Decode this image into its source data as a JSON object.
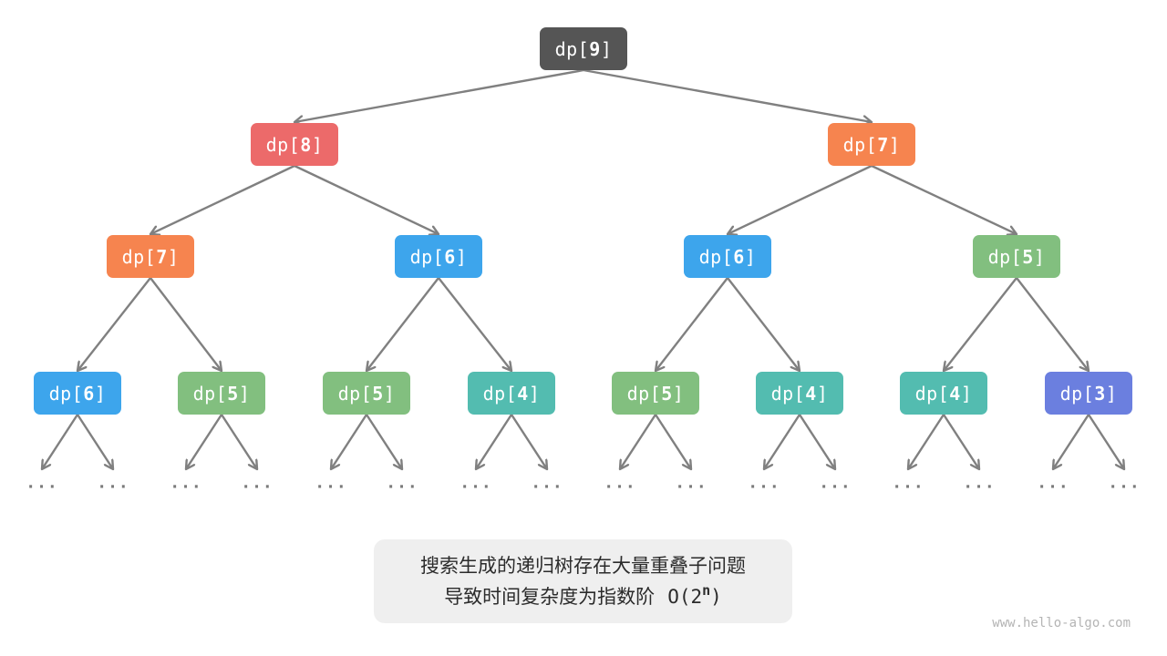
{
  "diagram": {
    "label_prefix": "dp[",
    "label_suffix": "]",
    "edge_color": "#808080",
    "nodes": [
      {
        "id": "n9",
        "index": "9",
        "color": "#555555"
      },
      {
        "id": "n8",
        "index": "8",
        "color": "#ec6a6a"
      },
      {
        "id": "n7a",
        "index": "7",
        "color": "#f6844f"
      },
      {
        "id": "n7b",
        "index": "7",
        "color": "#f6844f"
      },
      {
        "id": "n6a",
        "index": "6",
        "color": "#3da5ec"
      },
      {
        "id": "n6b",
        "index": "6",
        "color": "#3da5ec"
      },
      {
        "id": "n5a",
        "index": "5",
        "color": "#82bf7f"
      },
      {
        "id": "n6c",
        "index": "6",
        "color": "#3da5ec"
      },
      {
        "id": "n5b",
        "index": "5",
        "color": "#82bf7f"
      },
      {
        "id": "n5c",
        "index": "5",
        "color": "#82bf7f"
      },
      {
        "id": "n4a",
        "index": "4",
        "color": "#53bcb0"
      },
      {
        "id": "n5d",
        "index": "5",
        "color": "#82bf7f"
      },
      {
        "id": "n4b",
        "index": "4",
        "color": "#53bcb0"
      },
      {
        "id": "n4c",
        "index": "4",
        "color": "#53bcb0"
      },
      {
        "id": "n3",
        "index": "3",
        "color": "#6b7fdf"
      }
    ],
    "ellipsis_text": "···"
  },
  "caption": {
    "line1": "搜索生成的递归树存在大量重叠子问题",
    "line2": "导致时间复杂度为指数阶",
    "complexity_base": "O(2",
    "complexity_exp": "n",
    "complexity_close": ")"
  },
  "watermark": "www.hello-algo.com"
}
